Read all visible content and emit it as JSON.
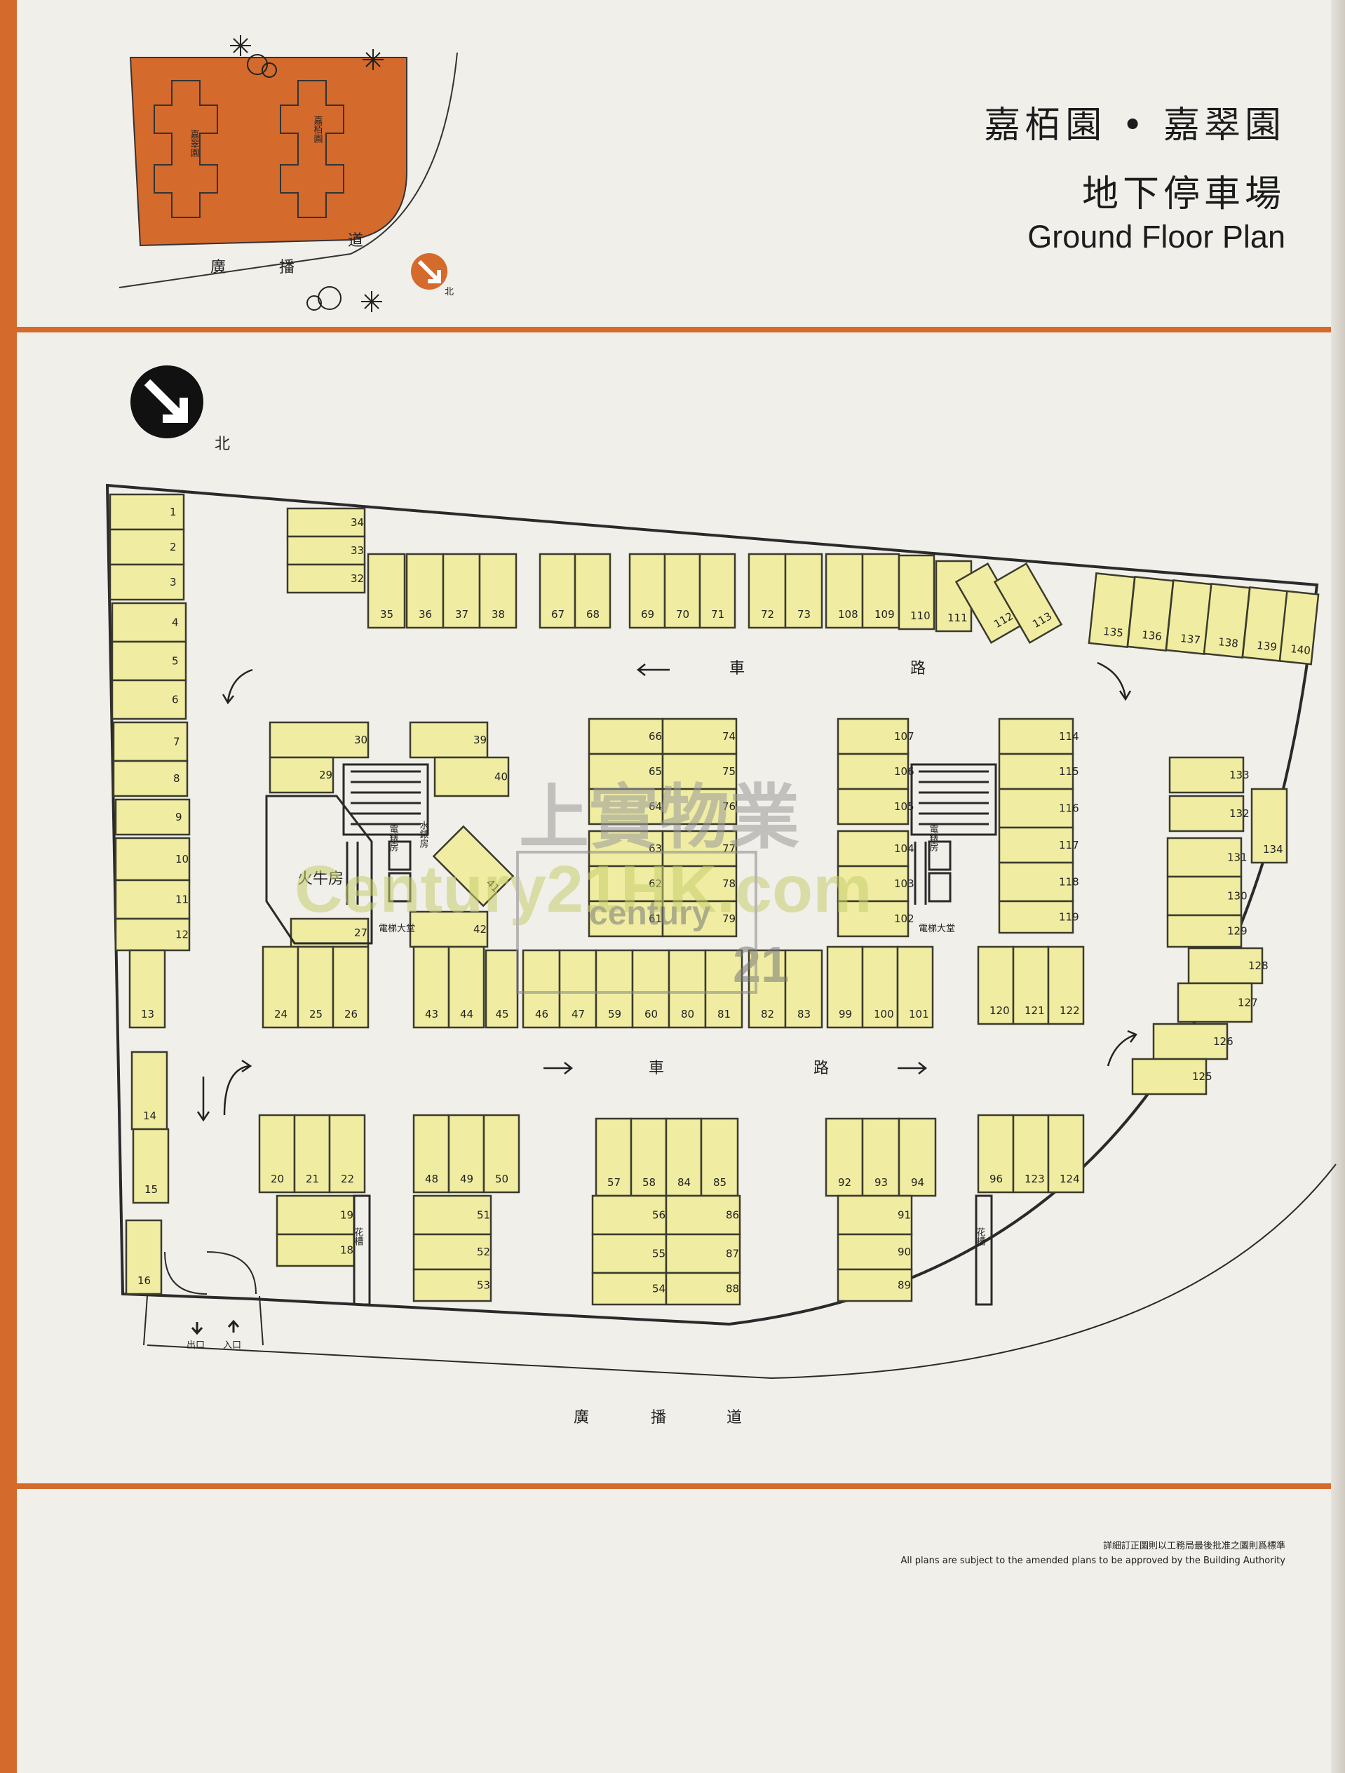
{
  "header": {
    "estate_names": "嘉栢園 • 嘉翠園",
    "floor_cn": "地下停車場",
    "floor_en": "Ground Floor Plan"
  },
  "key_plan": {
    "tower_left": "嘉翠園",
    "tower_right": "嘉栢園",
    "road": [
      "廣",
      "播",
      "道"
    ],
    "north": "北"
  },
  "plan": {
    "north": "北",
    "driveway": [
      "車",
      "路"
    ],
    "road_label": [
      "廣",
      "播",
      "道"
    ],
    "exit": "出口",
    "entrance": "入口",
    "pump_room": "火牛房",
    "lift_lobby": "電梯大堂",
    "electric_room": "電錶房",
    "flower_bed": "花槽",
    "water_tank": "水錶房"
  },
  "watermark": {
    "cn": "上實物業",
    "en": "Century21HK.com",
    "brand_top": "century",
    "brand_num": "21"
  },
  "footer": {
    "note_cn": "詳細訂正圖則以工務局最後批准之圖則爲標準",
    "note_en": "All plans are subject to the amended plans to be approved by the Building Authority"
  },
  "colors": {
    "stall_fill": "#f0eda2",
    "accent": "#d46a2c",
    "line": "#2a2a2a"
  }
}
